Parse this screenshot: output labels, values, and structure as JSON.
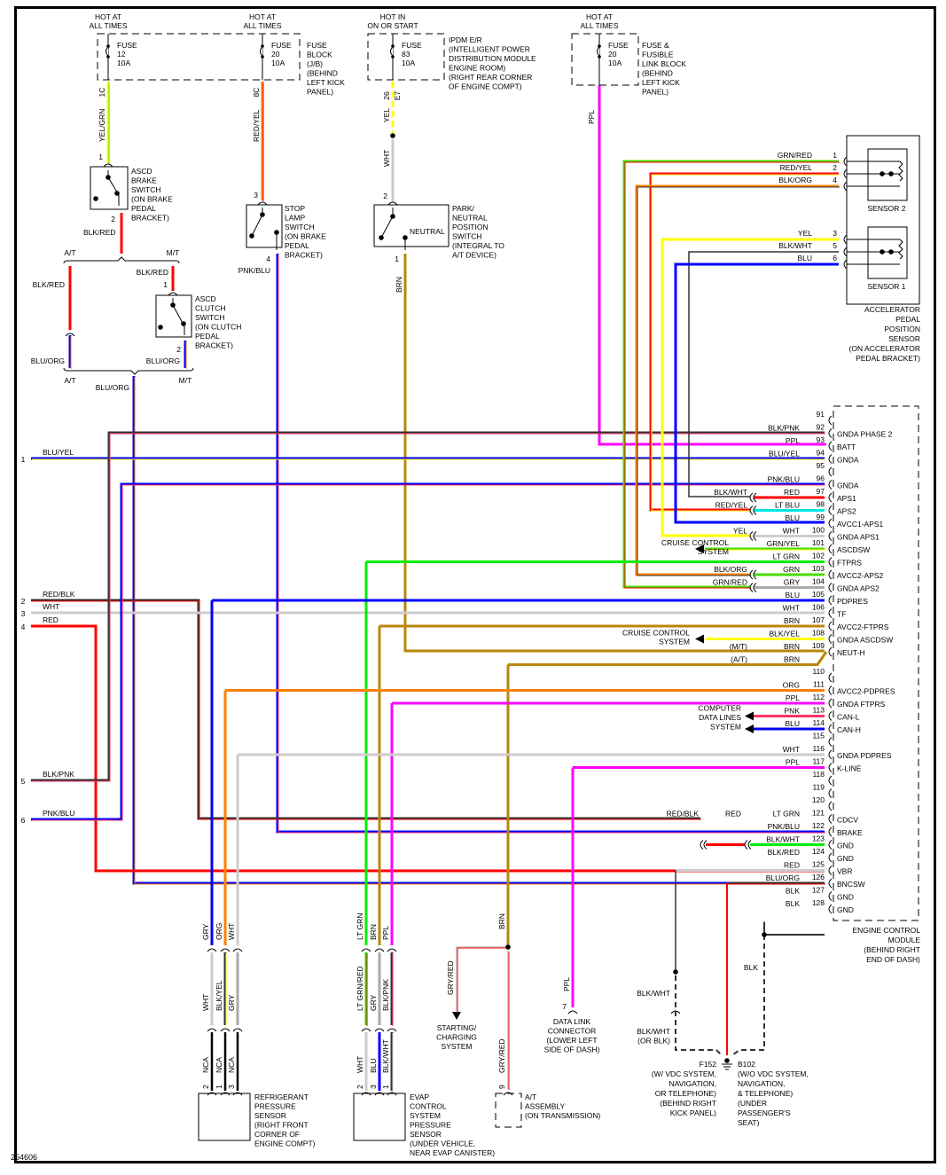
{
  "figure_id": "254606",
  "power_sources": [
    {
      "id": "fuse12",
      "hot": [
        "HOT AT",
        "ALL TIMES"
      ],
      "fuse": [
        "FUSE",
        "12",
        "10A"
      ],
      "block": [],
      "pin": "1C",
      "wire": "YEL/GRN"
    },
    {
      "id": "fuse20jb",
      "hot": [
        "HOT AT",
        "ALL TIMES"
      ],
      "fuse": [
        "FUSE",
        "20",
        "10A"
      ],
      "block": [
        "FUSE",
        "BLOCK",
        "(J/B)",
        "(BEHIND",
        "LEFT KICK",
        "PANEL)"
      ],
      "pin": "8C",
      "wire": "RED/YEL"
    },
    {
      "id": "fuse83",
      "hot": [
        "HOT IN",
        "ON OR START"
      ],
      "fuse": [
        "FUSE",
        "83",
        "10A"
      ],
      "block": [
        "IPDM E/R",
        "(INTELLIGENT POWER",
        "DISTRIBUTION MODULE",
        "ENGINE ROOM)",
        "(RIGHT REAR CORNER",
        "OF ENGINE COMPT)"
      ],
      "pin": "26",
      "pin2": "E7",
      "wire": "YEL",
      "wire2": "WHT"
    },
    {
      "id": "fuse20fl",
      "hot": [
        "HOT AT",
        "ALL TIMES"
      ],
      "fuse": [
        "FUSE",
        "20",
        "10A"
      ],
      "block": [
        "FUSE &",
        "FUSIBLE",
        "LINK BLOCK",
        "(BEHIND",
        "LEFT KICK",
        "PANEL)"
      ],
      "pin": "",
      "wire": "PPL"
    }
  ],
  "components": {
    "ascd_brake": {
      "label": [
        "ASCD",
        "BRAKE",
        "SWITCH",
        "(ON BRAKE",
        "PEDAL",
        "BRACKET)"
      ],
      "pin_in": "1",
      "pin_out": "2",
      "wire_out": "BLK/RED"
    },
    "stop_lamp": {
      "label": [
        "STOP",
        "LAMP",
        "SWITCH",
        "(ON BRAKE",
        "PEDAL",
        "BRACKET)"
      ],
      "pin_in": "3",
      "pin_out": "4",
      "wire_out": "PNK/BLU"
    },
    "pnp_switch": {
      "label": [
        "PARK/",
        "NEUTRAL",
        "POSITION",
        "SWITCH",
        "(INTEGRAL TO",
        "A/T DEVICE)"
      ],
      "contact": "NEUTRAL",
      "pin_in": "2",
      "pin_out": "1",
      "wire_out": "BRN"
    },
    "ascd_clutch": {
      "label": [
        "ASCD",
        "CLUTCH",
        "SWITCH",
        "(ON CLUTCH",
        "PEDAL",
        "BRACKET)"
      ],
      "pin_in": "1",
      "pin_out": "2"
    },
    "at_mt_split": {
      "at": "A/T",
      "mt": "M/T",
      "wire_at_top": "BLK/RED",
      "wire_mt_top": "BLK/RED",
      "wire_at_bottom": "BLU/ORG",
      "wire_mt_bottom": "BLU/ORG",
      "wire_merged": "BLU/ORG"
    },
    "apps": {
      "label": [
        "ACCELERATOR",
        "PEDAL",
        "POSITION",
        "SENSOR",
        "(ON ACCELERATOR",
        "PEDAL BRACKET)"
      ],
      "sensor2": "SENSOR 2",
      "sensor1": "SENSOR 1",
      "pins": [
        {
          "pin": "1",
          "wire": "GRN/RED"
        },
        {
          "pin": "2",
          "wire": "RED/YEL"
        },
        {
          "pin": "4",
          "wire": "BLK/ORG"
        },
        {
          "pin": "3",
          "wire": "YEL"
        },
        {
          "pin": "5",
          "wire": "BLK/WHT"
        },
        {
          "pin": "6",
          "wire": "BLU"
        }
      ]
    },
    "refrigerant": {
      "label": [
        "REFRIGERANT",
        "PRESSURE",
        "SENSOR",
        "(RIGHT FRONT",
        "CORNER OF",
        "ENGINE COMPT)"
      ],
      "wires_top": [
        "GRY",
        "ORG",
        "WHT"
      ],
      "wires_mid": [
        "WHT",
        "BLK/YEL",
        "GRY"
      ],
      "wires_bottom": [
        "NCA",
        "NCA",
        "NCA"
      ],
      "pins": [
        "2",
        "1",
        "3"
      ]
    },
    "evap": {
      "label": [
        "EVAP",
        "CONTROL",
        "SYSTEM",
        "PRESSURE",
        "SENSOR",
        "(UNDER VEHICLE,",
        "NEAR EVAP CANISTER)"
      ],
      "wires_top": [
        "LT GRN",
        "BRN",
        "PPL"
      ],
      "wires_mid": [
        "LT GRN/RED",
        "GRY",
        "BLK/PNK"
      ],
      "wires_bottom": [
        "WHT",
        "BLU",
        "BLK/WHT"
      ],
      "pins": [
        "2",
        "3",
        "1"
      ]
    },
    "starting": {
      "label": [
        "STARTING/",
        "CHARGING",
        "SYSTEM"
      ],
      "wire": "GRY/RED",
      "wire_top": "BRN"
    },
    "at_assembly": {
      "label": [
        "A/T",
        "ASSEMBLY",
        "(ON TRANSMISSION)"
      ],
      "pin": "9",
      "wire": "GRY/RED"
    },
    "dlc": {
      "label": [
        "DATA LINK",
        "CONNECTOR",
        "(LOWER LEFT",
        "SIDE OF DASH)"
      ],
      "pin": "7",
      "wire": "PPL"
    },
    "ground": {
      "wire_a": "BLK/WHT",
      "wire_b": [
        "BLK/WHT",
        "(OR BLK)"
      ],
      "wire_c": "BLK",
      "f152": [
        "F152",
        "(W/ VDC SYSTEM,",
        "NAVIGATION,",
        "OR TELEPHONE)",
        "(BEHIND RIGHT",
        "KICK PANEL)"
      ],
      "b102": [
        "B102",
        "(W/O VDC SYSTEM,",
        "NAVIGATION,",
        "& TELEPHONE)",
        "(UNDER",
        "PASSENGER'S",
        "SEAT)"
      ]
    },
    "cruise1": [
      "CRUISE CONTROL",
      "SYSTEM"
    ],
    "cruise2": [
      "CRUISE CONTROL",
      "SYSTEM"
    ],
    "datalines": [
      "COMPUTER",
      "DATA LINES",
      "SYSTEM"
    ]
  },
  "left_terminals": [
    {
      "num": "1",
      "wire": "BLU/YEL"
    },
    {
      "num": "2",
      "wire": "RED/BLK"
    },
    {
      "num": "3",
      "wire": "WHT"
    },
    {
      "num": "4",
      "wire": "RED"
    },
    {
      "num": "5",
      "wire": "BLK/PNK"
    },
    {
      "num": "6",
      "wire": "PNK/BLU"
    }
  ],
  "ecm": {
    "label": [
      "ENGINE CONTROL",
      "MODULE",
      "(BEHIND RIGHT",
      "END OF DASH)"
    ],
    "pins": [
      {
        "pin": "91",
        "wire": "",
        "func": ""
      },
      {
        "pin": "92",
        "wire": "BLK/PNK",
        "func": "GNDA PHASE 2"
      },
      {
        "pin": "93",
        "wire": "PPL",
        "func": "BATT"
      },
      {
        "pin": "94",
        "wire": "BLU/YEL",
        "func": "GNDA"
      },
      {
        "pin": "95",
        "wire": "",
        "func": ""
      },
      {
        "pin": "96",
        "wire": "PNK/BLU",
        "func": "GNDA"
      },
      {
        "pin": "97",
        "wire": "RED",
        "ext": "BLK/WHT",
        "func": "APS1"
      },
      {
        "pin": "98",
        "wire": "LT BLU",
        "ext": "RED/YEL",
        "func": "APS2"
      },
      {
        "pin": "99",
        "wire": "BLU",
        "func": "AVCC1-APS1"
      },
      {
        "pin": "100",
        "wire": "WHT",
        "ext": "YEL",
        "func": "GNDA APS1"
      },
      {
        "pin": "101",
        "wire": "GRN/YEL",
        "func": "ASCDSW"
      },
      {
        "pin": "102",
        "wire": "LT GRN",
        "func": "FTPRS"
      },
      {
        "pin": "103",
        "wire": "GRN",
        "ext": "BLK/ORG",
        "func": "AVCC2-APS2"
      },
      {
        "pin": "104",
        "wire": "GRY",
        "ext": "GRN/RED",
        "func": "GNDA APS2"
      },
      {
        "pin": "105",
        "wire": "BLU",
        "func": "PDPRES"
      },
      {
        "pin": "106",
        "wire": "WHT",
        "func": "TF"
      },
      {
        "pin": "107",
        "wire": "BRN",
        "func": "AVCC2-FTPRS"
      },
      {
        "pin": "108",
        "wire": "BLK/YEL",
        "func": "GNDA ASCDSW"
      },
      {
        "pin": "109",
        "wire": "BRN",
        "note": "(M/T)",
        "func": "NEUT-H"
      },
      {
        "pin": "",
        "wire": "BRN",
        "note": "(A/T)",
        "func": ""
      },
      {
        "pin": "110",
        "wire": "",
        "func": ""
      },
      {
        "pin": "111",
        "wire": "ORG",
        "func": "AVCC2-PDPRES"
      },
      {
        "pin": "112",
        "wire": "PPL",
        "func": "GNDA FTPRS"
      },
      {
        "pin": "113",
        "wire": "PNK",
        "func": "CAN-L"
      },
      {
        "pin": "114",
        "wire": "BLU",
        "func": "CAN-H"
      },
      {
        "pin": "115",
        "wire": "",
        "func": ""
      },
      {
        "pin": "116",
        "wire": "WHT",
        "func": "GNDA PDPRES"
      },
      {
        "pin": "117",
        "wire": "PPL",
        "func": "K-LINE"
      },
      {
        "pin": "118",
        "wire": "",
        "func": ""
      },
      {
        "pin": "119",
        "wire": "",
        "func": ""
      },
      {
        "pin": "120",
        "wire": "",
        "func": ""
      },
      {
        "pin": "121",
        "wire": "LT GRN",
        "ext": "RED",
        "ext2": "RED/BLK",
        "func": "CDCV"
      },
      {
        "pin": "122",
        "wire": "PNK/BLU",
        "func": "BRAKE"
      },
      {
        "pin": "123",
        "wire": "BLK/WHT",
        "func": "GND"
      },
      {
        "pin": "124",
        "wire": "BLK/RED",
        "func": "GND"
      },
      {
        "pin": "125",
        "wire": "RED",
        "func": "VBR"
      },
      {
        "pin": "126",
        "wire": "BLU/ORG",
        "func": "BNCSW"
      },
      {
        "pin": "127",
        "wire": "BLK",
        "func": "GND"
      },
      {
        "pin": "128",
        "wire": "BLK",
        "func": "GND"
      }
    ]
  },
  "wire_colors": {
    "RED": "#ff0000",
    "BLU": "#0000ff",
    "YEL": "#ffff00",
    "GRN": "#44dd00",
    "LTGRN": "#00ee00",
    "LTBLU": "#00e5e5",
    "WHT": "#cccccc",
    "GRY": "#aaaaaa",
    "BRN": "#b8860b",
    "ORG": "#ff8000",
    "PPL": "#ff00ff",
    "PNK": "#ff3366",
    "BLK": "#333333"
  }
}
